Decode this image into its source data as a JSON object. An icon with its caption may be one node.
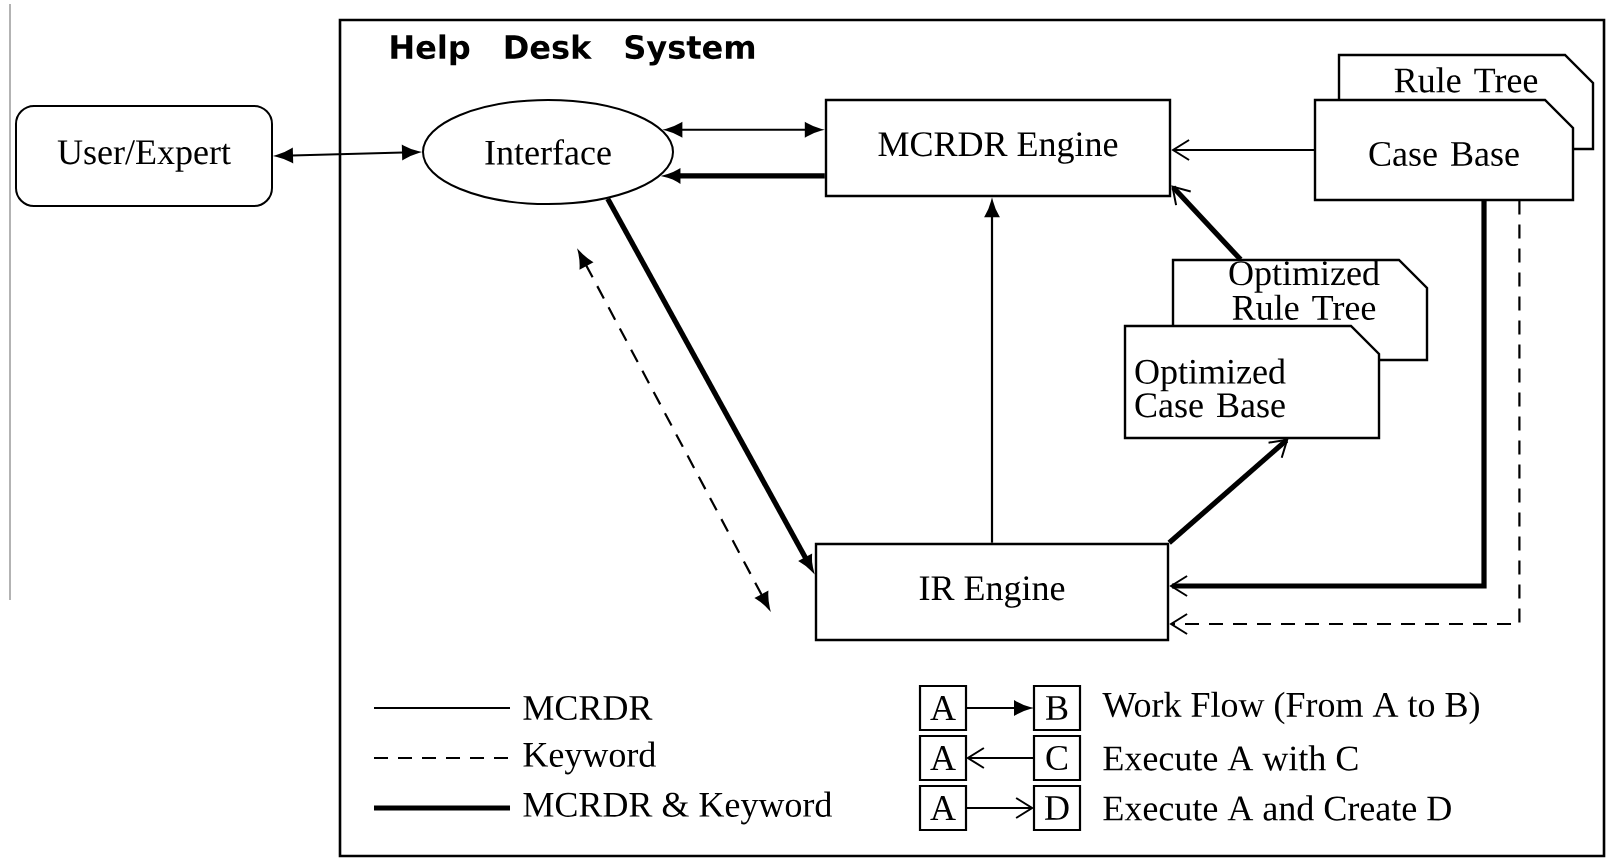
{
  "diagram": {
    "nodes": [
      {
        "text": [
          "Help Desk System"
        ]
      },
      {
        "text": [
          "User/Expert"
        ]
      },
      {
        "text": [
          "Interface"
        ],
        "in": 0
      },
      {
        "text": [
          "MCRDR Engine"
        ],
        "in": 0
      },
      {
        "text": [
          "Rule Tree"
        ],
        "in": 0
      },
      {
        "text": [
          "Case Base"
        ],
        "in": 0
      },
      {
        "text": [
          "Optimized Rule Tree"
        ],
        "in": 0
      },
      {
        "text": [
          "Optimized Case Base"
        ],
        "in": 0
      },
      {
        "text": [
          "IR Engine"
        ],
        "in": 0
      }
    ],
    "edges": [
      {
        "from": 1,
        "to": 2,
        "arrow": "both"
      },
      {
        "from": 2,
        "to": 3,
        "arrow": "both"
      },
      {
        "from": 3,
        "to": 2,
        "arrow": "to",
        "style": "thick"
      },
      {
        "from": 5,
        "to": 3,
        "arrow": "to"
      },
      {
        "from": 6,
        "to": 3,
        "arrow": "to",
        "style": "thick"
      },
      {
        "from": 8,
        "to": 3,
        "arrow": "to"
      },
      {
        "from": 2,
        "to": 8,
        "arrow": "to",
        "style": "thick"
      },
      {
        "from": 2,
        "to": 8,
        "arrow": "both",
        "style": "dashed"
      },
      {
        "from": 8,
        "to": 7,
        "arrow": "to",
        "style": "thick"
      },
      {
        "from": 5,
        "to": 8,
        "arrow": "to",
        "style": "thick"
      },
      {
        "from": 5,
        "to": 8,
        "arrow": "to",
        "style": "dashed"
      }
    ],
    "labels": [
      "A",
      "B",
      "A",
      "C",
      "A",
      "D"
    ],
    "legend": [
      {
        "text": "MCRDR"
      },
      {
        "text": "Keyword"
      },
      {
        "text": "MCRDR & Keyword"
      },
      {
        "text": "Work Flow (From A to B)"
      },
      {
        "text": "Execute A with C"
      },
      {
        "text": "Execute A and Create D"
      }
    ]
  }
}
